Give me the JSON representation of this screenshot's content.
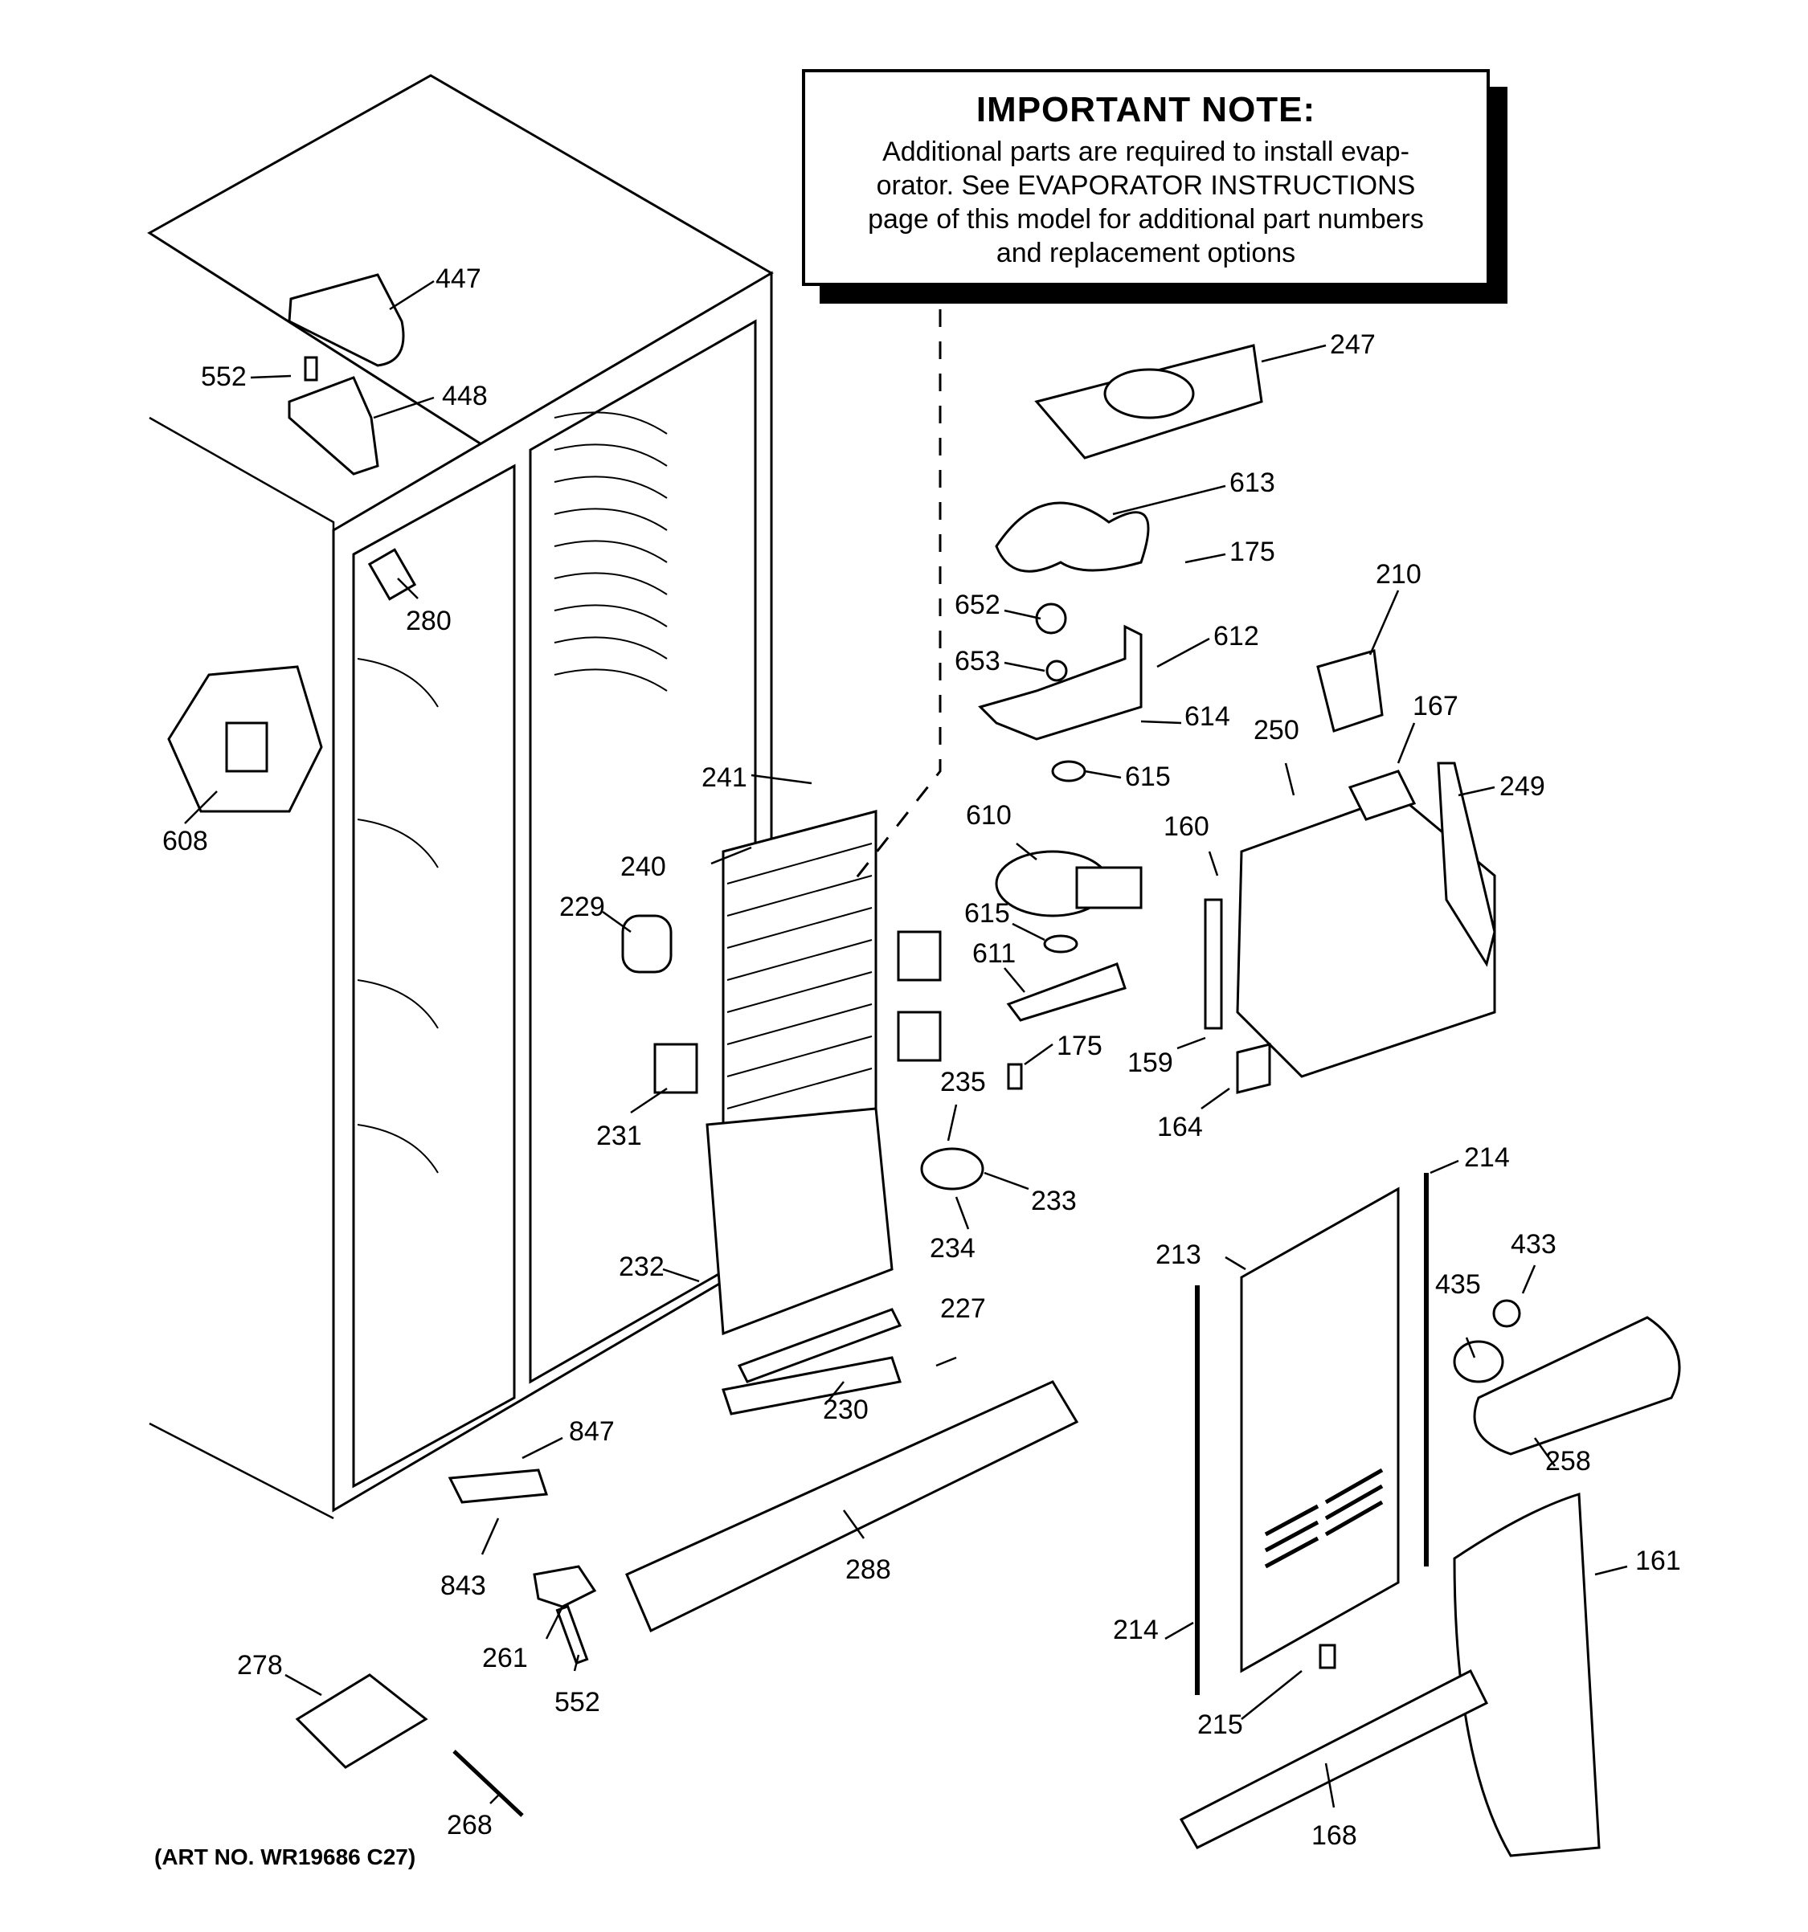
{
  "note": {
    "title": "IMPORTANT NOTE:",
    "lines": [
      "Additional parts are required to install evap-",
      "orator.  See EVAPORATOR INSTRUCTIONS",
      "page of this model for additional part numbers",
      "and replacement options"
    ]
  },
  "art_number": "(ART NO. WR19686 C27)",
  "callouts": [
    {
      "id": "447",
      "text": "447"
    },
    {
      "id": "552a",
      "text": "552"
    },
    {
      "id": "448",
      "text": "448"
    },
    {
      "id": "280",
      "text": "280"
    },
    {
      "id": "608",
      "text": "608"
    },
    {
      "id": "241",
      "text": "241"
    },
    {
      "id": "240",
      "text": "240"
    },
    {
      "id": "229",
      "text": "229"
    },
    {
      "id": "231",
      "text": "231"
    },
    {
      "id": "232",
      "text": "232"
    },
    {
      "id": "230",
      "text": "230"
    },
    {
      "id": "227",
      "text": "227"
    },
    {
      "id": "847",
      "text": "847"
    },
    {
      "id": "843",
      "text": "843"
    },
    {
      "id": "288",
      "text": "288"
    },
    {
      "id": "261",
      "text": "261"
    },
    {
      "id": "552b",
      "text": "552"
    },
    {
      "id": "278",
      "text": "278"
    },
    {
      "id": "268",
      "text": "268"
    },
    {
      "id": "247",
      "text": "247"
    },
    {
      "id": "613",
      "text": "613"
    },
    {
      "id": "175a",
      "text": "175"
    },
    {
      "id": "652",
      "text": "652"
    },
    {
      "id": "612",
      "text": "612"
    },
    {
      "id": "653",
      "text": "653"
    },
    {
      "id": "614",
      "text": "614"
    },
    {
      "id": "615a",
      "text": "615"
    },
    {
      "id": "610",
      "text": "610"
    },
    {
      "id": "615b",
      "text": "615"
    },
    {
      "id": "611",
      "text": "611"
    },
    {
      "id": "175b",
      "text": "175"
    },
    {
      "id": "235",
      "text": "235"
    },
    {
      "id": "233",
      "text": "233"
    },
    {
      "id": "234",
      "text": "234"
    },
    {
      "id": "210",
      "text": "210"
    },
    {
      "id": "167",
      "text": "167"
    },
    {
      "id": "250",
      "text": "250"
    },
    {
      "id": "249",
      "text": "249"
    },
    {
      "id": "160",
      "text": "160"
    },
    {
      "id": "159",
      "text": "159"
    },
    {
      "id": "164",
      "text": "164"
    },
    {
      "id": "214a",
      "text": "214"
    },
    {
      "id": "213",
      "text": "213"
    },
    {
      "id": "433",
      "text": "433"
    },
    {
      "id": "435",
      "text": "435"
    },
    {
      "id": "258",
      "text": "258"
    },
    {
      "id": "161",
      "text": "161"
    },
    {
      "id": "214b",
      "text": "214"
    },
    {
      "id": "215",
      "text": "215"
    },
    {
      "id": "168",
      "text": "168"
    }
  ]
}
